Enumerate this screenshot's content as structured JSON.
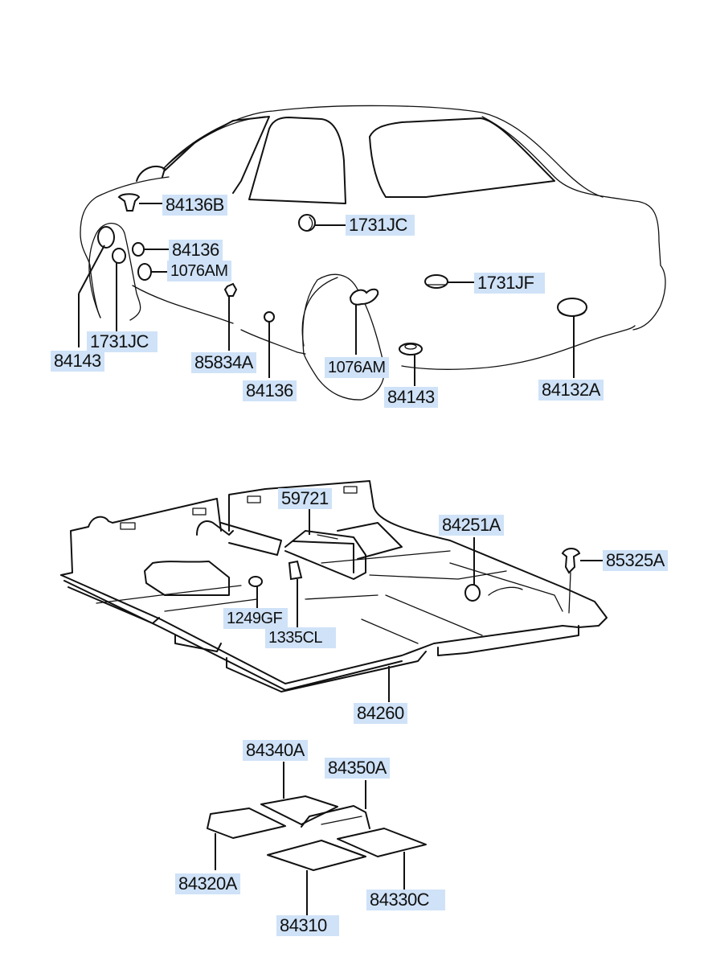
{
  "diagram": {
    "title": "Floor carpet & body plugs parts diagram",
    "label_color": "#cfe2f7",
    "line_color": "#111111",
    "body_section": {
      "labels": [
        {
          "id": "84136B",
          "text": "84136B"
        },
        {
          "id": "1731JC-door",
          "text": "1731JC"
        },
        {
          "id": "84136-front",
          "text": "84136"
        },
        {
          "id": "1076AM-front",
          "text": "1076AM"
        },
        {
          "id": "1731JF",
          "text": "1731JF"
        },
        {
          "id": "1731JC-wheel",
          "text": "1731JC"
        },
        {
          "id": "84143-front",
          "text": "84143"
        },
        {
          "id": "85834A",
          "text": "85834A"
        },
        {
          "id": "84136-sill",
          "text": "84136"
        },
        {
          "id": "1076AM-rear",
          "text": "1076AM"
        },
        {
          "id": "84143-rear",
          "text": "84143"
        },
        {
          "id": "84132A",
          "text": "84132A"
        }
      ]
    },
    "carpet_section": {
      "labels": [
        {
          "id": "59721",
          "text": "59721"
        },
        {
          "id": "84251A",
          "text": "84251A"
        },
        {
          "id": "85325A",
          "text": "85325A"
        },
        {
          "id": "1249GF",
          "text": "1249GF"
        },
        {
          "id": "1335CL",
          "text": "1335CL"
        },
        {
          "id": "84260",
          "text": "84260"
        }
      ]
    },
    "mat_section": {
      "labels": [
        {
          "id": "84340A",
          "text": "84340A"
        },
        {
          "id": "84350A",
          "text": "84350A"
        },
        {
          "id": "84320A",
          "text": "84320A"
        },
        {
          "id": "84330C",
          "text": "84330C"
        },
        {
          "id": "84310",
          "text": "84310"
        }
      ]
    }
  }
}
